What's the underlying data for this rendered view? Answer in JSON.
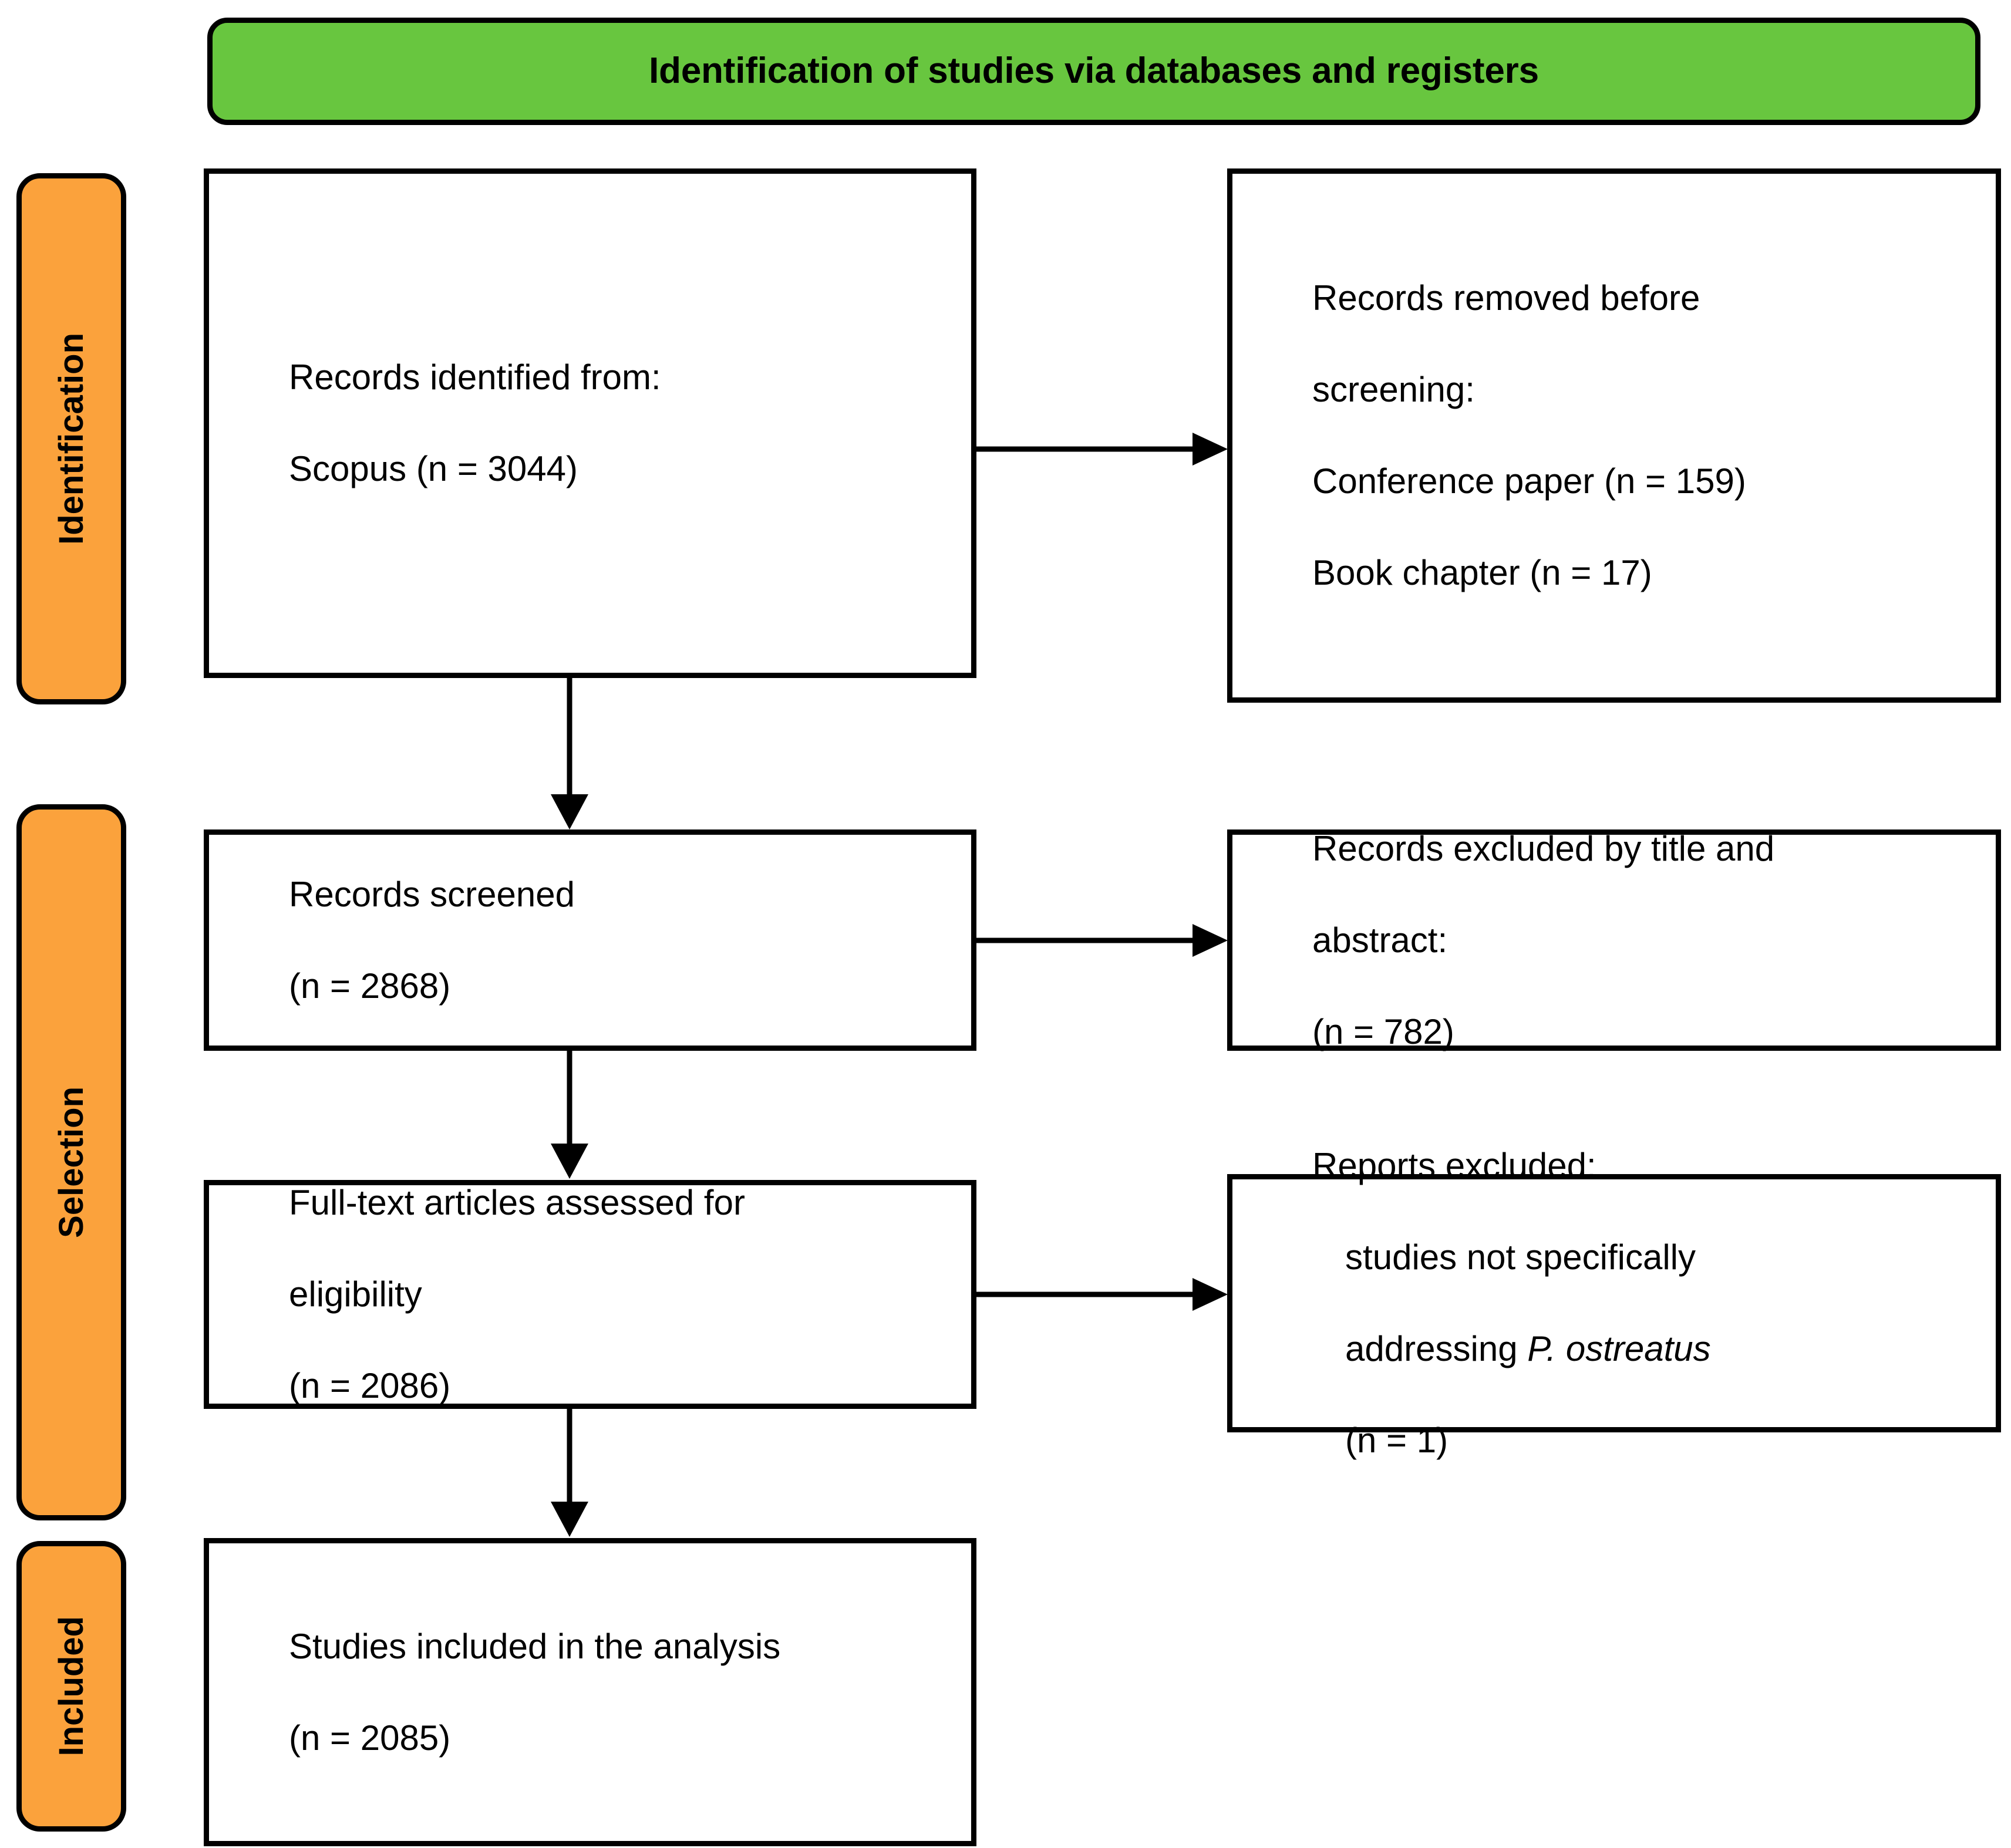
{
  "colors": {
    "header_green": "#68c63f",
    "stage_orange": "#fba23c",
    "border_black": "#000000",
    "box_white": "#ffffff"
  },
  "header": {
    "title": "Identification of studies via databases and registers"
  },
  "stages": [
    {
      "id": "identification",
      "label": "Identification"
    },
    {
      "id": "selection",
      "label": "Selection"
    },
    {
      "id": "included",
      "label": "Included"
    }
  ],
  "nodes": {
    "identified": {
      "line1": "Records identified from:",
      "line2": "Scopus (n = 3044)"
    },
    "removed": {
      "line1": "Records removed before",
      "line2": "screening:",
      "line3": "Conference paper (n = 159)",
      "line4": "Book chapter (n = 17)"
    },
    "screened": {
      "line1": "Records screened",
      "line2": "(n = 2868)"
    },
    "excluded_title_abstract": {
      "line1": "Records excluded by title and",
      "line2": "abstract:",
      "line3": "(n = 782)"
    },
    "fulltext": {
      "line1": "Full-text articles assessed for",
      "line2": "eligibility",
      "line3": "(n = 2086)"
    },
    "reports_excluded": {
      "line1": "Reports excluded:",
      "line2": "studies not specifically",
      "line3_prefix": "addressing ",
      "line3_italic": "P. ostreatus",
      "line4": "(n = 1)"
    },
    "included": {
      "line1": "Studies included in the analysis",
      "line2": "(n = 2085)"
    }
  },
  "flow_counts": {
    "records_identified_scopus": 3044,
    "conference_paper_removed": 159,
    "book_chapter_removed": 17,
    "records_screened": 2868,
    "records_excluded_title_abstract": 782,
    "fulltext_assessed": 2086,
    "reports_excluded": 1,
    "studies_included": 2085
  },
  "arrows": {
    "identified_to_screened": "down-arrow-icon",
    "screened_to_fulltext": "down-arrow-icon",
    "fulltext_to_included": "down-arrow-icon",
    "identified_to_removed": "right-arrow-icon",
    "screened_to_excluded": "right-arrow-icon",
    "fulltext_to_reports_excluded": "right-arrow-icon"
  }
}
